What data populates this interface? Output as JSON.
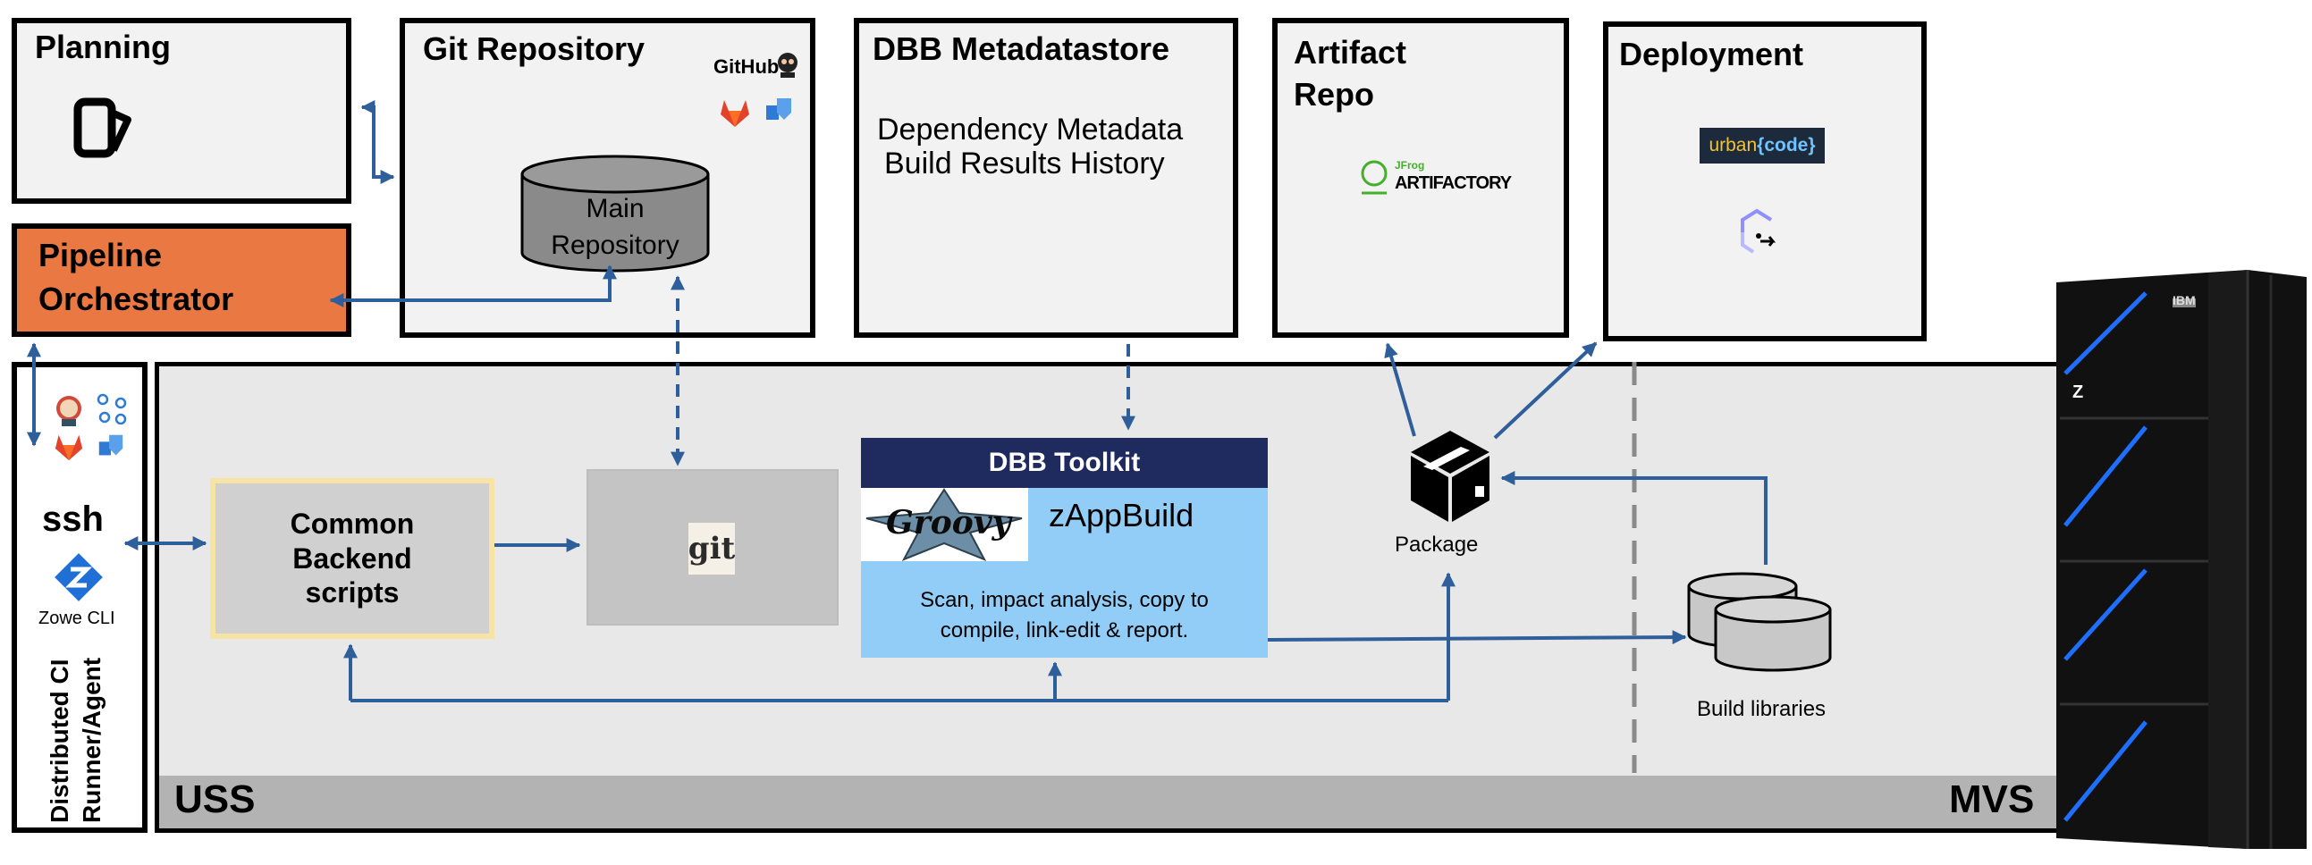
{
  "planning": {
    "title": "Planning"
  },
  "git_repo": {
    "title": "Git Repository",
    "github_label": "GitHub",
    "main_repo": "Main\nRepository"
  },
  "metadatastore": {
    "title": "DBB Metadatastore",
    "line1": "Dependency Metadata",
    "line2": "Build Results  History"
  },
  "artifact_repo": {
    "title": "Artifact\nRepo",
    "logo_small": "JFrog",
    "logo_main": "ARTIFACTORY"
  },
  "deployment": {
    "title": "Deployment",
    "urban": "urban",
    "code": "{code}"
  },
  "orchestrator": {
    "title": "Pipeline\nOrchestrator"
  },
  "runner": {
    "ssh": "ssh",
    "zowe": "Zowe CLI",
    "title": "Distributed CI\nRunner/Agent"
  },
  "scripts": {
    "label": "Common\nBackend\nscripts"
  },
  "git_tool": {
    "label": "git"
  },
  "toolkit": {
    "header": "DBB Toolkit",
    "groovy": "Groovy",
    "zappbuild": "zAppBuild",
    "desc1": "Scan, impact analysis, copy to",
    "desc2": "compile, link-edit & report."
  },
  "package": {
    "label": "Package"
  },
  "libraries": {
    "label": "Build libraries"
  },
  "zones": {
    "uss": "USS",
    "mvs": "MVS"
  },
  "mainframe": {
    "brand": "IBM",
    "model": "Z"
  },
  "colors": {
    "arrow": "#2e5f9a",
    "orchestrator": "#e97842",
    "toolkit_header": "#1f2a5e",
    "toolkit_body": "#92cdf7",
    "gitlab": "#e2432a",
    "azure": "#2f7ad6",
    "mainframe_accent": "#1f6fff"
  }
}
